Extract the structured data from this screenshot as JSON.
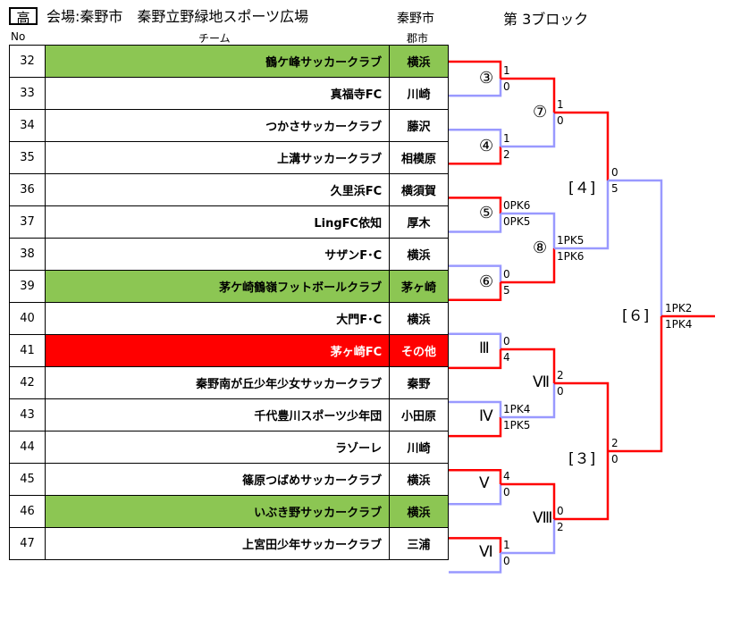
{
  "header": {
    "level_mark": "高",
    "venue": "会場:秦野市　秦野立野緑地スポーツ広場",
    "host_city": "秦野市",
    "block": "第 3ブロック"
  },
  "columns": {
    "no": "No",
    "team": "チーム",
    "city": "郡市"
  },
  "teams": [
    {
      "no": "32",
      "name": "鶴ケ峰サッカークラブ",
      "city": "横浜",
      "style": "green"
    },
    {
      "no": "33",
      "name": "真福寺FC",
      "city": "川崎",
      "style": ""
    },
    {
      "no": "34",
      "name": "つかさサッカークラブ",
      "city": "藤沢",
      "style": ""
    },
    {
      "no": "35",
      "name": "上溝サッカークラブ",
      "city": "相模原",
      "style": ""
    },
    {
      "no": "36",
      "name": "久里浜FC",
      "city": "横須賀",
      "style": ""
    },
    {
      "no": "37",
      "name": "LingFC依知",
      "city": "厚木",
      "style": ""
    },
    {
      "no": "38",
      "name": "サザンF･C",
      "city": "横浜",
      "style": ""
    },
    {
      "no": "39",
      "name": "茅ケ崎鶴嶺フットボールクラブ",
      "city": "茅ヶ崎",
      "style": "green"
    },
    {
      "no": "40",
      "name": "大門F･C",
      "city": "横浜",
      "style": ""
    },
    {
      "no": "41",
      "name": "茅ヶ崎FC",
      "city": "その他",
      "style": "red"
    },
    {
      "no": "42",
      "name": "秦野南が丘少年少女サッカークラブ",
      "city": "秦野",
      "style": ""
    },
    {
      "no": "43",
      "name": "千代豊川スポーツ少年団",
      "city": "小田原",
      "style": ""
    },
    {
      "no": "44",
      "name": "ラゾーレ",
      "city": "川崎",
      "style": ""
    },
    {
      "no": "45",
      "name": "篠原つばめサッカークラブ",
      "city": "横浜",
      "style": ""
    },
    {
      "no": "46",
      "name": "いぶき野サッカークラブ",
      "city": "横浜",
      "style": "green"
    },
    {
      "no": "47",
      "name": "上宮田少年サッカークラブ",
      "city": "三浦",
      "style": ""
    }
  ],
  "matches": {
    "m3": {
      "label": "③",
      "top": "1",
      "bottom": "0"
    },
    "m4": {
      "label": "④",
      "top": "1",
      "bottom": "2"
    },
    "m5": {
      "label": "⑤",
      "top": "0PK6",
      "bottom": "0PK5"
    },
    "m6": {
      "label": "⑥",
      "top": "0",
      "bottom": "5"
    },
    "m7": {
      "label": "⑦",
      "top": "1",
      "bottom": "0"
    },
    "m8": {
      "label": "⑧",
      "top": "1PK5",
      "bottom": "1PK6"
    },
    "q4": {
      "label": "[４]",
      "top": "0",
      "bottom": "5"
    },
    "r3": {
      "label": "Ⅲ",
      "top": "0",
      "bottom": "4"
    },
    "r4": {
      "label": "Ⅳ",
      "top": "1PK4",
      "bottom": "1PK5"
    },
    "r5": {
      "label": "Ⅴ",
      "top": "4",
      "bottom": "0"
    },
    "r6": {
      "label": "Ⅵ",
      "top": "1",
      "bottom": "0"
    },
    "r7": {
      "label": "Ⅶ",
      "top": "2",
      "bottom": "0"
    },
    "r8": {
      "label": "Ⅷ",
      "top": "0",
      "bottom": "2"
    },
    "q3": {
      "label": "[３]",
      "top": "2",
      "bottom": "0"
    },
    "f6": {
      "label": "[６]",
      "top": "1PK2",
      "bottom": "1PK4"
    }
  },
  "colors": {
    "winner": "#ff0000",
    "loser": "#9999ff",
    "highlight_green": "#8cc653",
    "highlight_red": "#ff0000"
  }
}
